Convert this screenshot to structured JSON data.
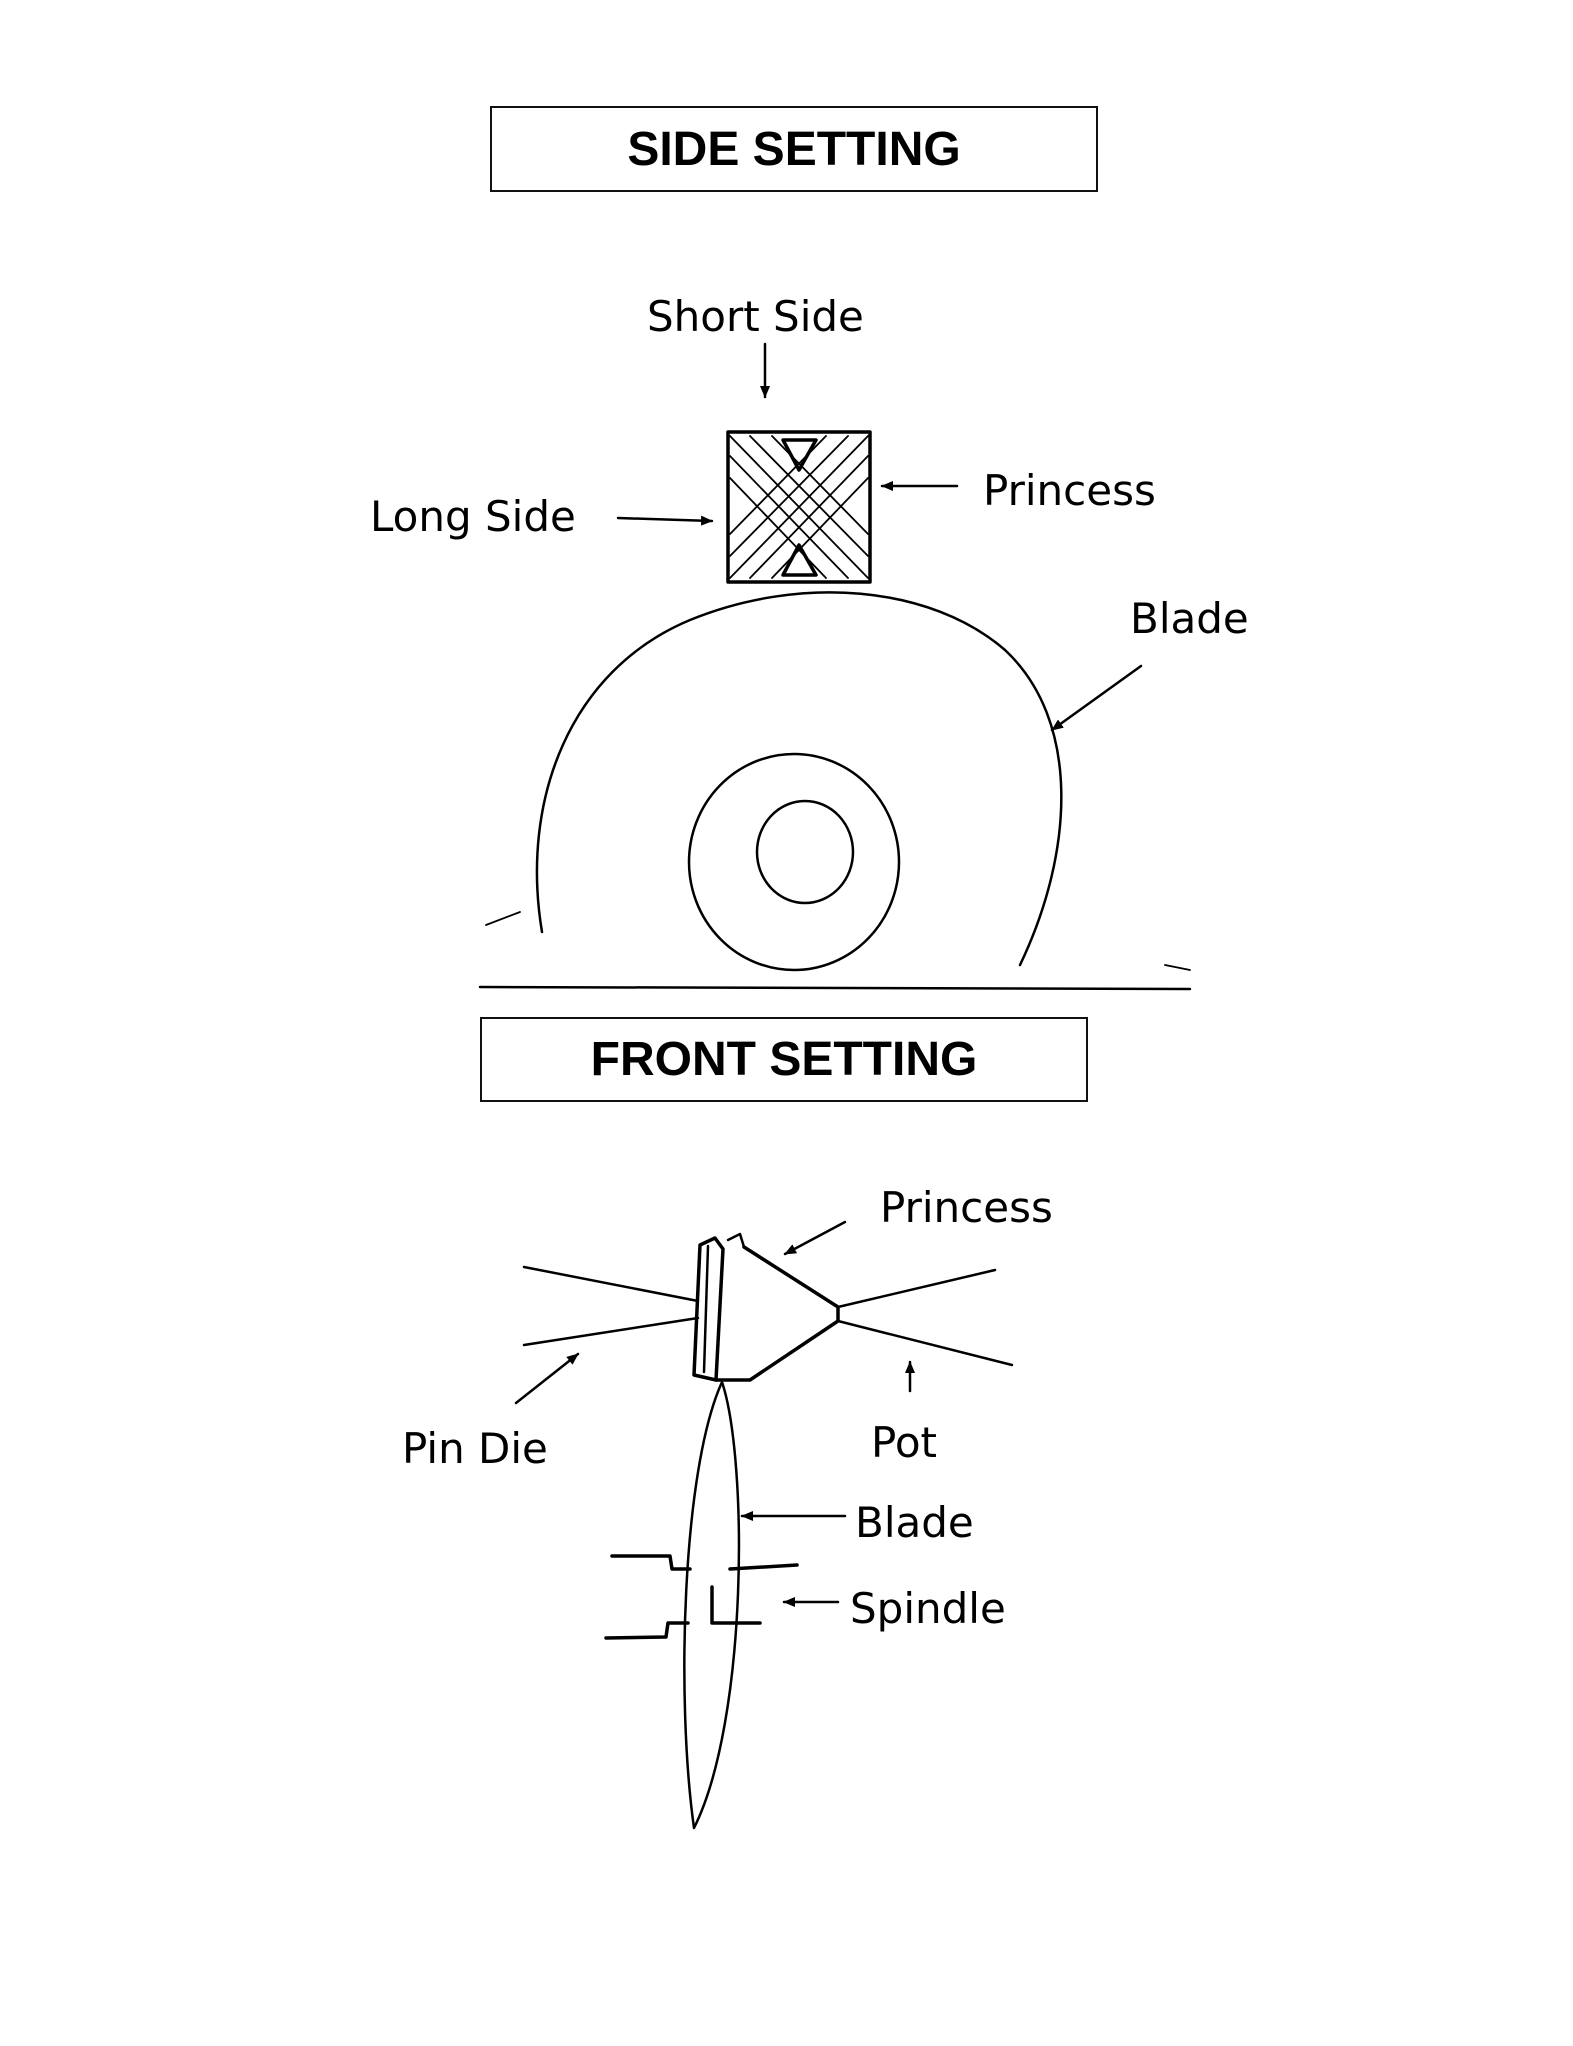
{
  "side_setting": {
    "title": "SIDE SETTING",
    "labels": {
      "short_side": "Short Side",
      "long_side": "Long Side",
      "princess": "Princess",
      "blade": "Blade"
    }
  },
  "front_setting": {
    "title": "FRONT SETTING",
    "labels": {
      "princess": "Princess",
      "pin_die": "Pin Die",
      "pot": "Pot",
      "blade": "Blade",
      "spindle": "Spindle"
    }
  },
  "colors": {
    "ink": "#000000",
    "background": "#ffffff"
  }
}
